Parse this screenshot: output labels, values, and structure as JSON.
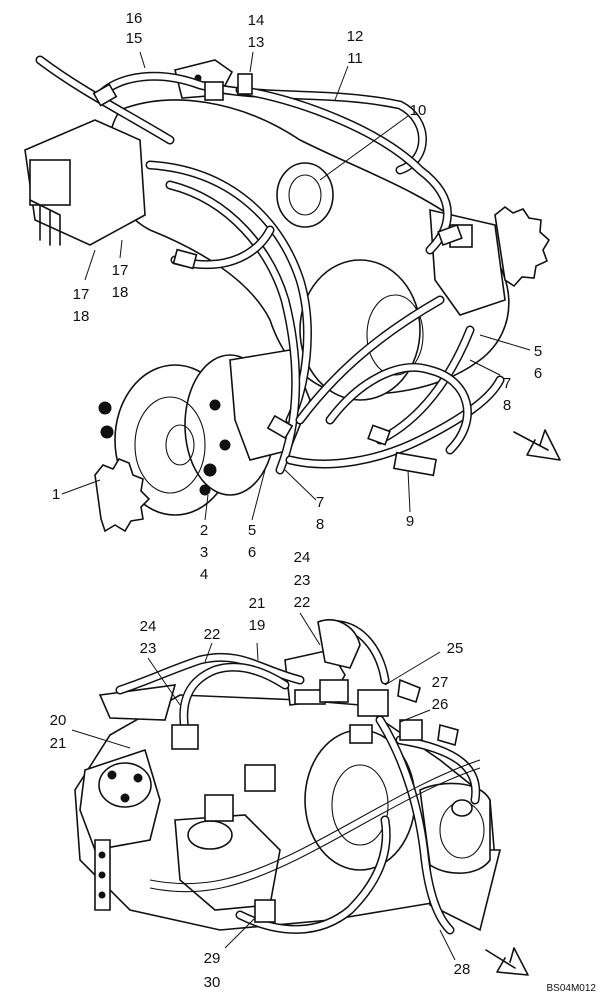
{
  "callouts": {
    "c16": "16",
    "c15": "15",
    "c14": "14",
    "c13": "13",
    "c12": "12",
    "c11": "11",
    "c10": "10",
    "c17a": "17",
    "c18a": "18",
    "c17b": "17",
    "c18b": "18",
    "c5a": "5",
    "c6a": "6",
    "c7a": "7",
    "c8a": "8",
    "c1": "1",
    "c2": "2",
    "c3": "3",
    "c4": "4",
    "c5b": "5",
    "c6b": "6",
    "c7b": "7",
    "c8b": "8",
    "c9": "9",
    "c24a": "24",
    "c23a": "23",
    "c22a": "22",
    "c21a": "21",
    "c19": "19",
    "c24b": "24",
    "c23b": "23",
    "c22b": "22",
    "c25": "25",
    "c27": "27",
    "c26": "26",
    "c20": "20",
    "c21b": "21",
    "c29": "29",
    "c30": "30",
    "c28": "28"
  },
  "figure_code": "BS04M012",
  "icons": {
    "flow_arrow": "arrow-down-right-icon"
  }
}
